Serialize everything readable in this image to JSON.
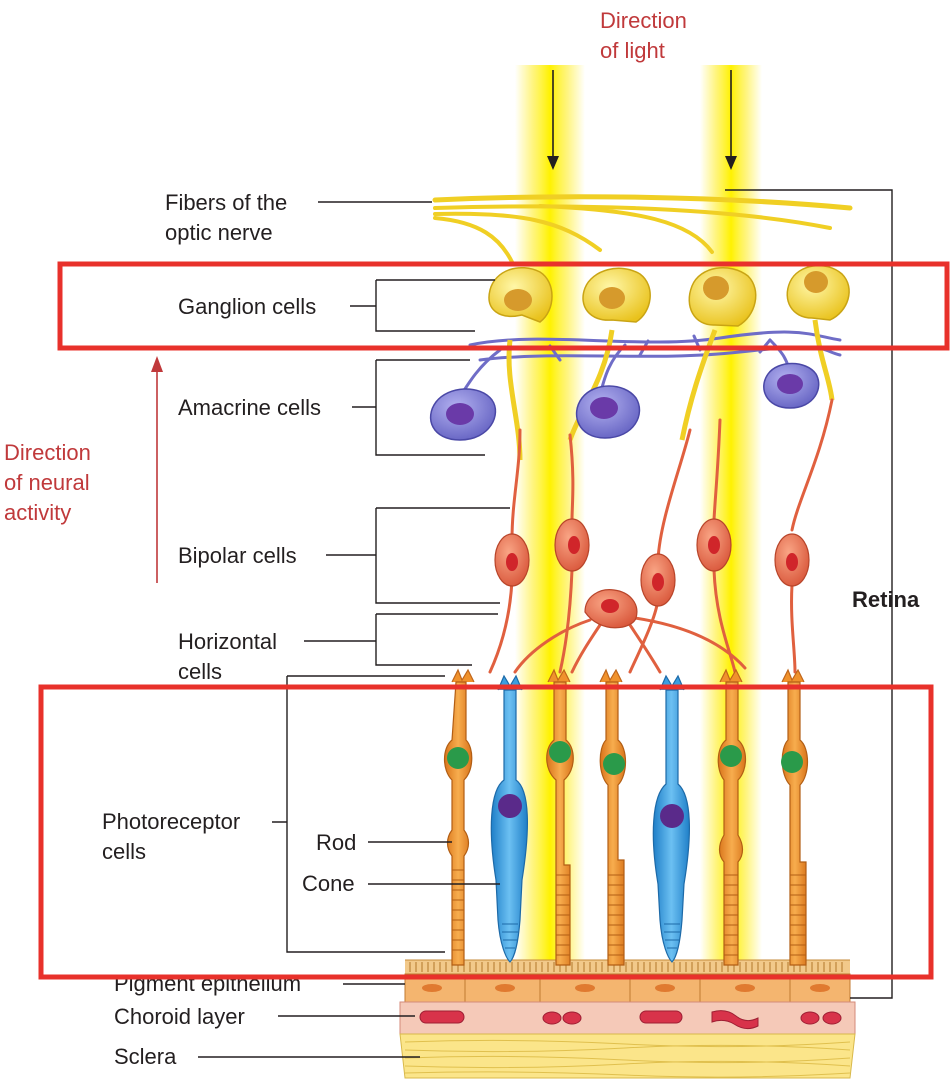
{
  "labels": {
    "direction_light": [
      "Direction",
      "of light"
    ],
    "direction_neural": [
      "Direction",
      "of neural",
      "activity"
    ],
    "fibers": [
      "Fibers of the",
      "optic nerve"
    ],
    "ganglion": "Ganglion cells",
    "amacrine": "Amacrine cells",
    "bipolar": "Bipolar cells",
    "horizontal": [
      "Horizontal",
      "cells"
    ],
    "photoreceptor": [
      "Photoreceptor",
      "cells"
    ],
    "rod": "Rod",
    "cone": "Cone",
    "pigment": "Pigment epithelium",
    "choroid": "Choroid layer",
    "sclera": "Sclera",
    "retina": "Retina"
  },
  "colors": {
    "light_beam": "#fff36b",
    "highlight_box": "#e8312b",
    "ganglion": "#f7dc3a",
    "amacrine": "#8a88d8",
    "bipolar": "#ef7a57",
    "rod": "#f0922c",
    "cone": "#3a9ee0",
    "label_red": "#c0393b"
  }
}
